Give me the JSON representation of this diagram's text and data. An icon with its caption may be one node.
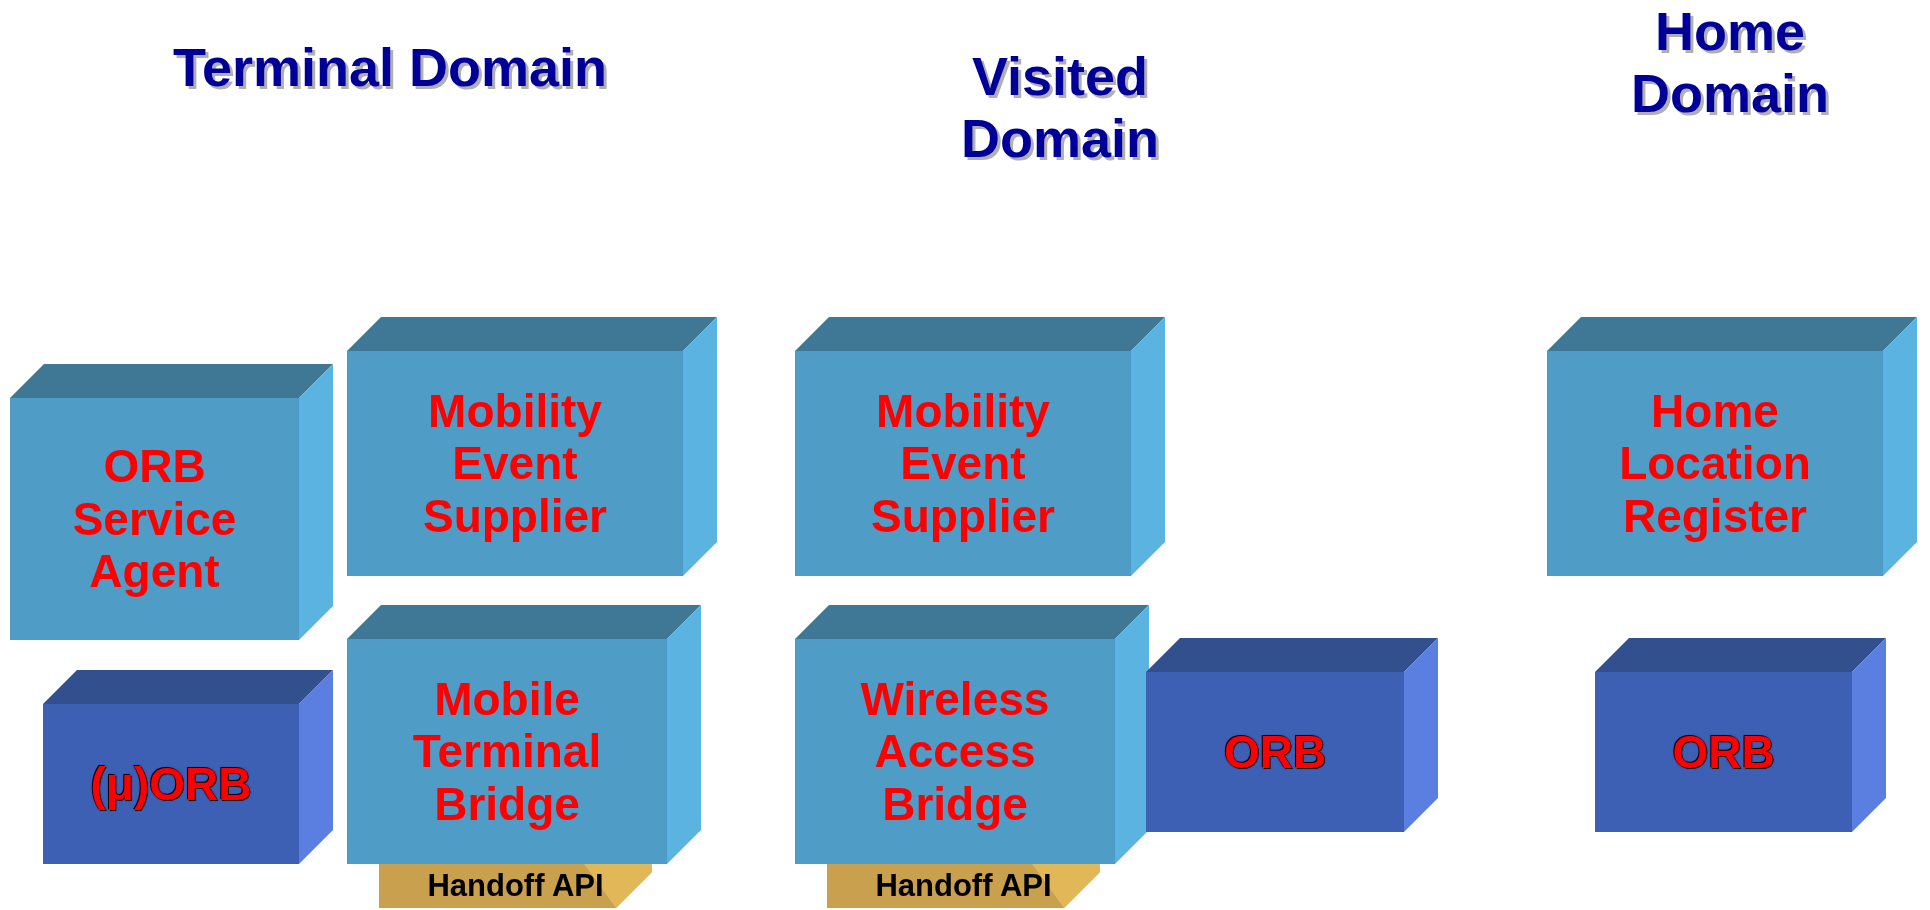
{
  "diagram": {
    "nodes": [
      {
        "text": [
          "ORB Service Agent"
        ]
      },
      {
        "text": [
          "Mobility Event Supplier"
        ]
      },
      {
        "text": [
          "(μ)ORB"
        ]
      },
      {
        "text": [
          "Mobile Terminal Bridge"
        ]
      },
      {
        "text": [
          "Handoff API"
        ]
      },
      {
        "text": [
          "Mobility Event Supplier"
        ]
      },
      {
        "text": [
          "Wireless Access Bridge"
        ]
      },
      {
        "text": [
          "Handoff API"
        ]
      },
      {
        "text": [
          "ORB"
        ]
      },
      {
        "text": [
          "Home Location Register"
        ]
      },
      {
        "text": [
          "ORB"
        ]
      }
    ],
    "labels": [
      "Terminal Domain",
      "Visited Domain",
      "Home Domain"
    ]
  }
}
